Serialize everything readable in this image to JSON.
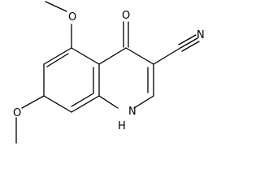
{
  "molecule": {
    "atoms": {
      "oxo_oxygen": "O",
      "methoxy5_oxygen": "O",
      "methoxy7_oxygen": "O",
      "ring_nitrogen": "N",
      "ring_nitrogen_hydrogen": "H",
      "nitrile_nitrogen": "N"
    }
  },
  "colors": {
    "bond": "#000000",
    "label": "#000000",
    "background": "#ffffff"
  }
}
